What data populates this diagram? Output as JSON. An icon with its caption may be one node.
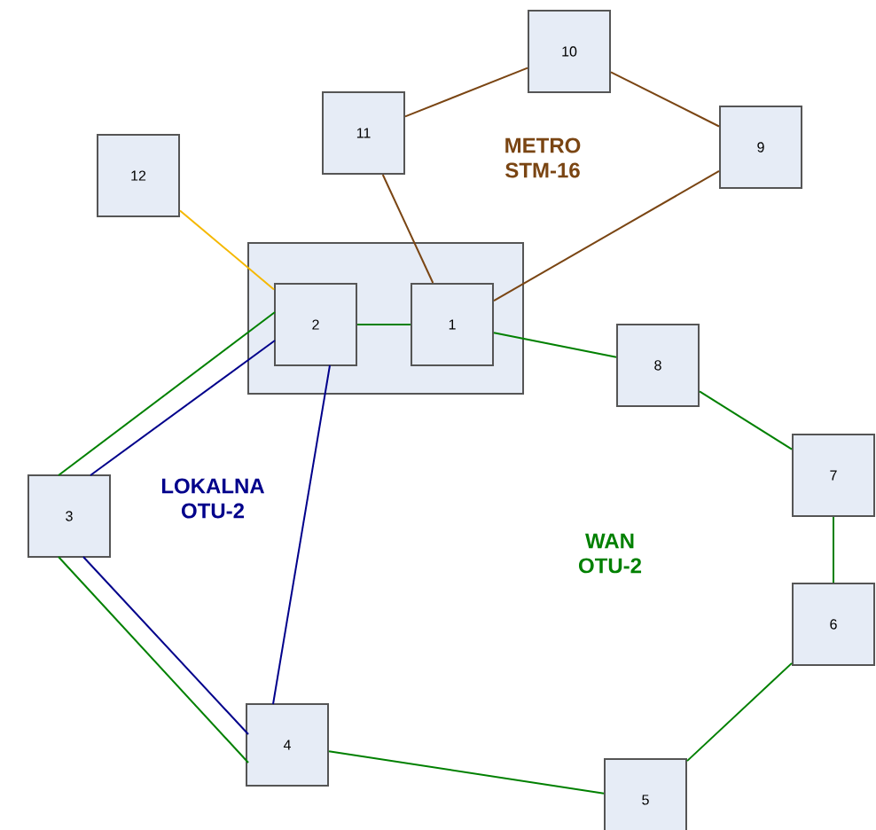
{
  "diagram": {
    "nodes": [
      {
        "text": [
          "10"
        ]
      },
      {
        "text": [
          "11"
        ]
      },
      {
        "text": [
          "9"
        ]
      },
      {
        "text": [
          "12"
        ]
      },
      {
        "text": [],
        "shape": "box"
      },
      {
        "text": [
          "2"
        ],
        "in": 4
      },
      {
        "text": [
          "1"
        ],
        "in": 4
      },
      {
        "text": [
          "8"
        ]
      },
      {
        "text": [
          "7"
        ]
      },
      {
        "text": [
          "3"
        ]
      },
      {
        "text": [
          "6"
        ]
      },
      {
        "text": [
          "4"
        ]
      },
      {
        "text": [
          "5"
        ]
      }
    ],
    "edges": [
      {
        "from": 1,
        "to": 0,
        "arrow": "none",
        "color": "#7a4513"
      },
      {
        "from": 0,
        "to": 2,
        "arrow": "none",
        "color": "#7a4513"
      },
      {
        "from": 1,
        "to": 6,
        "arrow": "none",
        "color": "#7a4513"
      },
      {
        "from": 2,
        "to": 6,
        "arrow": "none",
        "color": "#7a4513"
      },
      {
        "from": 3,
        "to": 5,
        "arrow": "none",
        "color": "#f5b800"
      },
      {
        "from": 5,
        "to": 6,
        "arrow": "none"
      },
      {
        "from": 6,
        "to": 7,
        "arrow": "none"
      },
      {
        "from": 7,
        "to": 8,
        "arrow": "none"
      },
      {
        "from": 8,
        "to": 10,
        "arrow": "none"
      },
      {
        "from": 10,
        "to": 12,
        "arrow": "none"
      },
      {
        "from": 12,
        "to": 11,
        "arrow": "none"
      },
      {
        "from": 11,
        "to": 9,
        "arrow": "none"
      },
      {
        "from": 9,
        "to": 5,
        "arrow": "none"
      },
      {
        "from": 5,
        "to": 9,
        "arrow": "none",
        "color": "#00008b"
      },
      {
        "from": 9,
        "to": 11,
        "arrow": "none",
        "color": "#00008b"
      },
      {
        "from": 5,
        "to": 11,
        "arrow": "none",
        "color": "#00008b"
      }
    ],
    "labels": [
      "METRO STM-16",
      "LOKALNA OTU-2",
      "WAN OTU-2"
    ]
  }
}
